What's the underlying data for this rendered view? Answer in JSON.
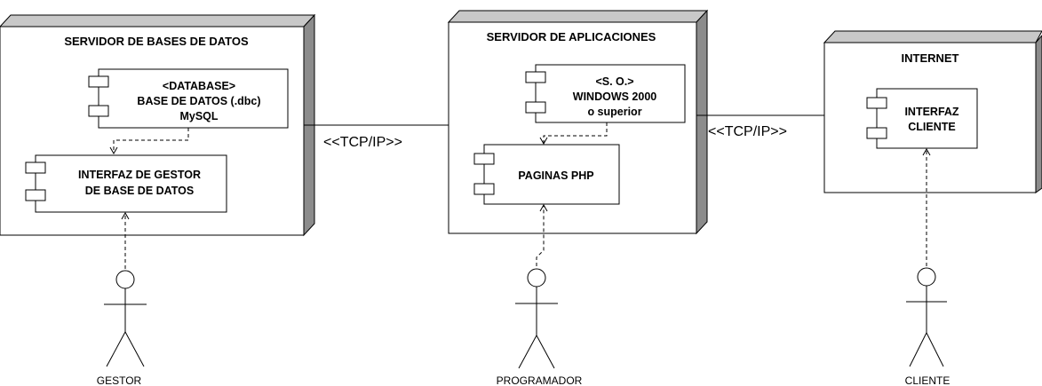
{
  "colors": {
    "stroke": "#000000",
    "node_face": "#ffffff",
    "node_side": "#8c8c8c",
    "node_top": "#c8c8c8"
  },
  "nodes": {
    "db_server": {
      "title": "SERVIDOR DE BASES DE DATOS"
    },
    "app_server": {
      "title": "SERVIDOR DE APLICACIONES"
    },
    "internet": {
      "title": "INTERNET"
    }
  },
  "components": {
    "database": {
      "lines": [
        "<DATABASE>",
        "BASE DE DATOS (.dbc)",
        "MySQL"
      ]
    },
    "db_interface": {
      "lines": [
        "INTERFAZ DE GESTOR",
        "DE BASE DE DATOS"
      ]
    },
    "os": {
      "lines": [
        "<S. O.>",
        "WINDOWS 2000",
        "o superior"
      ]
    },
    "php_pages": {
      "lines": [
        "PAGINAS PHP"
      ]
    },
    "client_interface": {
      "lines": [
        "INTERFAZ",
        "CLIENTE"
      ]
    }
  },
  "links": {
    "db_to_app": "<<TCP/IP>>",
    "app_to_internet": "<<TCP/IP>>"
  },
  "actors": {
    "gestor": "GESTOR",
    "programador": "PROGRAMADOR",
    "cliente": "CLIENTE"
  }
}
